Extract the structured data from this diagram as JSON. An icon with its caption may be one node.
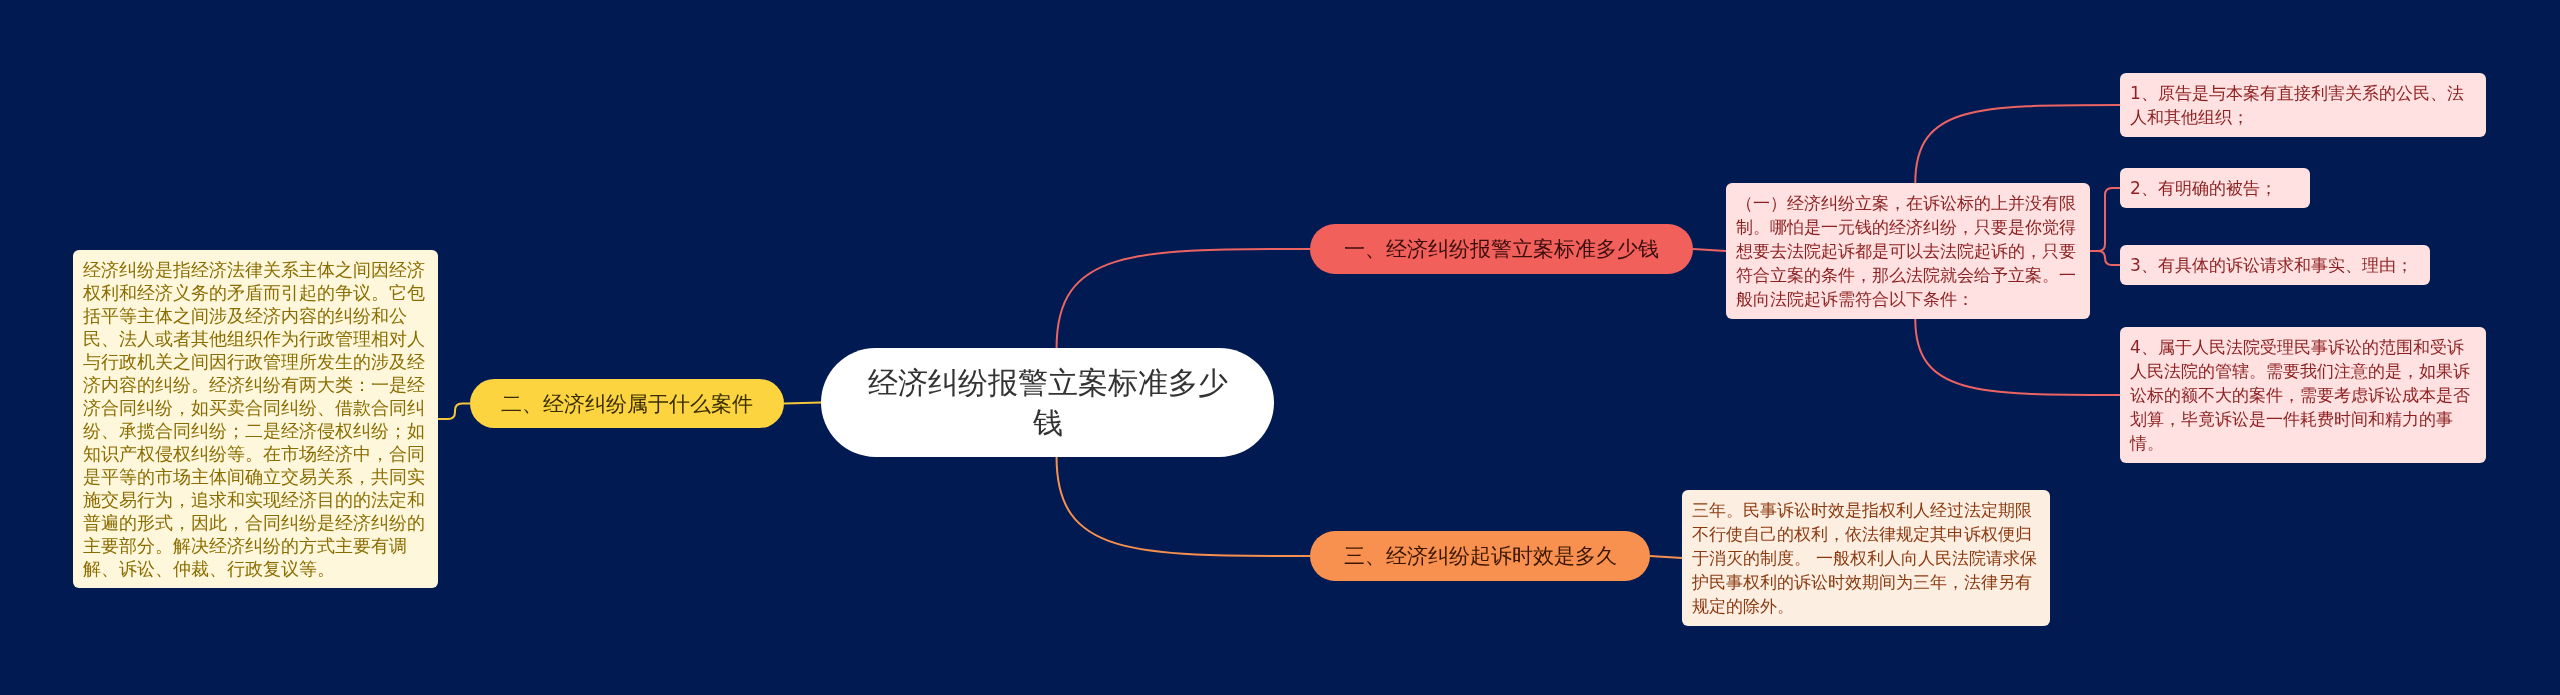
{
  "diagram": {
    "nodes": [
      {
        "text": [
          "经济纠纷报警立案标准多少钱"
        ]
      },
      {
        "text": [
          "一、经济纠纷报警立案标准多少钱"
        ]
      },
      {
        "text": [
          "（一）经济纠纷立案，在诉讼标的上并没有限制。哪怕是一元钱的经济纠纷，只要是你觉得想要去法院起诉都是可以去法院起诉的，只要符合立案的条件，那么法院就会给予立案。一般向法院起诉需符合以下条件："
        ]
      },
      {
        "text": [
          "1、原告是与本案有直接利害关系的公民、法人和其他组织；"
        ]
      },
      {
        "text": [
          "2、有明确的被告；"
        ]
      },
      {
        "text": [
          "3、有具体的诉讼请求和事实、理由；"
        ]
      },
      {
        "text": [
          "4、属于人民法院受理民事诉讼的范围和受诉人民法院的管辖。需要我们注意的是，如果诉讼标的额不大的案件，需要考虑诉讼成本是否划算，毕竟诉讼是一件耗费时间和精力的事情。"
        ]
      },
      {
        "text": [
          "二、经济纠纷属于什么案件"
        ]
      },
      {
        "text": [
          "经济纠纷是指经济法律关系主体之间因经济权利和经济义务的矛盾而引起的争议。它包括平等主体之间涉及经济内容的纠纷和公民、法人或者其他组织作为行政管理相对人与行政机关之间因行政管理所发生的涉及经济内容的纠纷。经济纠纷有两大类：一是经济合同纠纷，如买卖合同纠纷、借款合同纠纷、承揽合同纠纷；二是经济侵权纠纷；如知识产权侵权纠纷等。在市场经济中，合同是平等的市场主体间确立交易关系，共同实施交易行为，追求和实现经济目的的法定和普遍的形式，因此，合同纠纷是经济纠纷的主要部分。解决经济纠纷的方式主要有调解、诉讼、仲裁、行政复议等。"
        ]
      },
      {
        "text": [
          "三、经济纠纷起诉时效是多久"
        ]
      },
      {
        "text": [
          "三年。民事诉讼时效是指权利人经过法定期限不行使自己的权利，依法律规定其申诉权便归于消灭的制度。 一般权利人向人民法院请求保护民事权利的诉讼时效期间为三年，法律另有规定的除外。"
        ]
      }
    ],
    "edges": [
      {
        "from": 0,
        "to": 1,
        "arrow": "none"
      },
      {
        "from": 1,
        "to": 2,
        "arrow": "none"
      },
      {
        "from": 2,
        "to": 3,
        "arrow": "none"
      },
      {
        "from": 2,
        "to": 4,
        "arrow": "none"
      },
      {
        "from": 2,
        "to": 5,
        "arrow": "none"
      },
      {
        "from": 2,
        "to": 6,
        "arrow": "none"
      },
      {
        "from": 0,
        "to": 7,
        "arrow": "none",
        "color": "#f5c63c"
      },
      {
        "from": 7,
        "to": 8,
        "arrow": "none",
        "color": "#f5c63c"
      },
      {
        "from": 0,
        "to": 9,
        "arrow": "none",
        "color": "#f5904f"
      },
      {
        "from": 9,
        "to": 10,
        "arrow": "none",
        "color": "#f5904f"
      }
    ]
  }
}
